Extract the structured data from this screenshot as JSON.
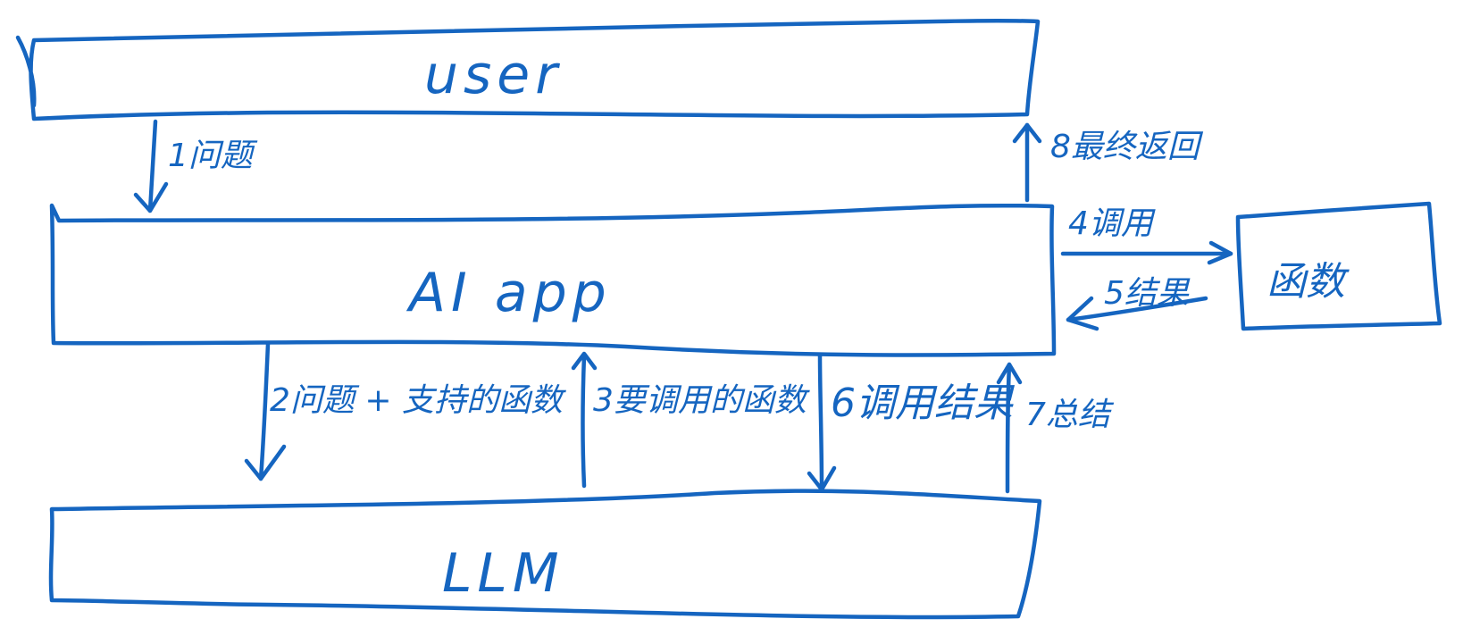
{
  "ink_color": "#1565C0",
  "background_color": "#ffffff",
  "nodes": {
    "user": {
      "label": "user"
    },
    "ai_app": {
      "label": "AI app"
    },
    "llm": {
      "label": "LLM"
    },
    "function": {
      "label": "函数"
    }
  },
  "steps": [
    {
      "id": "step-1",
      "label": "1问题",
      "from": "user",
      "to": "ai_app"
    },
    {
      "id": "step-2",
      "label": "2问题 + 支持的函数",
      "from": "ai_app",
      "to": "llm"
    },
    {
      "id": "step-3",
      "label": "3要调用的函数",
      "from": "llm",
      "to": "ai_app"
    },
    {
      "id": "step-4",
      "label": "4调用",
      "from": "ai_app",
      "to": "function"
    },
    {
      "id": "step-5",
      "label": "5结果",
      "from": "function",
      "to": "ai_app"
    },
    {
      "id": "step-6",
      "label": "6调用结果",
      "from": "ai_app",
      "to": "llm"
    },
    {
      "id": "step-7",
      "label": "7总结",
      "from": "llm",
      "to": "ai_app"
    },
    {
      "id": "step-8",
      "label": "8最终返回",
      "from": "ai_app",
      "to": "user"
    }
  ]
}
